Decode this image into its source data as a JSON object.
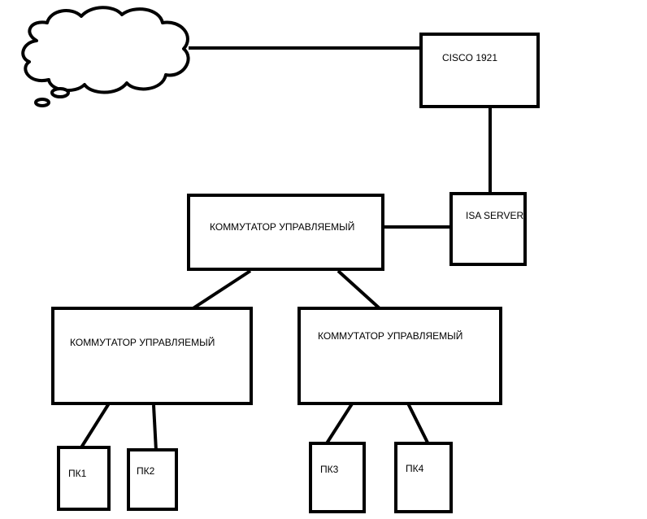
{
  "colors": {
    "stroke": "#000000",
    "background": "#ffffff"
  },
  "nodes": {
    "cloud": {
      "icon": "cloud-icon"
    },
    "cisco_router": {
      "label": "CISCO 1921"
    },
    "isa_server": {
      "label": "ISA SERVER"
    },
    "core_switch": {
      "label": "КОММУТАТОР УПРАВЛЯЕМЫЙ"
    },
    "left_switch": {
      "label": "КОММУТАТОР УПРАВЛЯЕМЫЙ"
    },
    "right_switch": {
      "label": "КОММУТАТОР УПРАВЛЯЕМЫЙ"
    },
    "pc1": {
      "label": "ПК1"
    },
    "pc2": {
      "label": "ПК2"
    },
    "pc3": {
      "label": "ПК3"
    },
    "pc4": {
      "label": "ПК4"
    }
  },
  "connections": [
    {
      "from": "cloud",
      "to": "cisco_router"
    },
    {
      "from": "cisco_router",
      "to": "isa_server"
    },
    {
      "from": "core_switch",
      "to": "isa_server"
    },
    {
      "from": "core_switch",
      "to": "left_switch"
    },
    {
      "from": "core_switch",
      "to": "right_switch"
    },
    {
      "from": "left_switch",
      "to": "pc1"
    },
    {
      "from": "left_switch",
      "to": "pc2"
    },
    {
      "from": "right_switch",
      "to": "pc3"
    },
    {
      "from": "right_switch",
      "to": "pc4"
    }
  ]
}
